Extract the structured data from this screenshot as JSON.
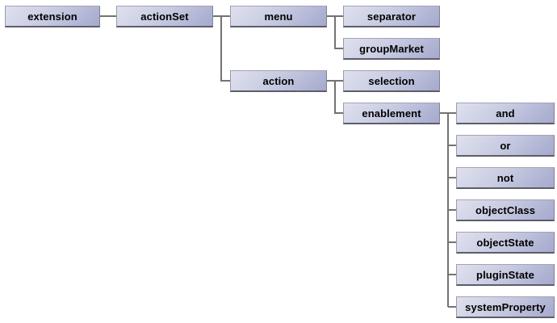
{
  "diagram": {
    "type": "tree",
    "connector_color": "#737373",
    "node_colors": {
      "gradient_light": "#dfe1ee",
      "gradient_dark": "#a5a9cd",
      "border_dark": "#5d5d6a"
    },
    "tree": {
      "label": "extension",
      "children": [
        {
          "label": "actionSet",
          "children": [
            {
              "label": "menu",
              "children": [
                {
                  "label": "separator"
                },
                {
                  "label": "groupMarket"
                }
              ]
            },
            {
              "label": "action",
              "children": [
                {
                  "label": "selection"
                },
                {
                  "label": "enablement",
                  "children": [
                    {
                      "label": "and"
                    },
                    {
                      "label": "or"
                    },
                    {
                      "label": "not"
                    },
                    {
                      "label": "objectClass"
                    },
                    {
                      "label": "objectState"
                    },
                    {
                      "label": "pluginState"
                    },
                    {
                      "label": "systemProperty"
                    }
                  ]
                }
              ]
            }
          ]
        }
      ]
    }
  }
}
